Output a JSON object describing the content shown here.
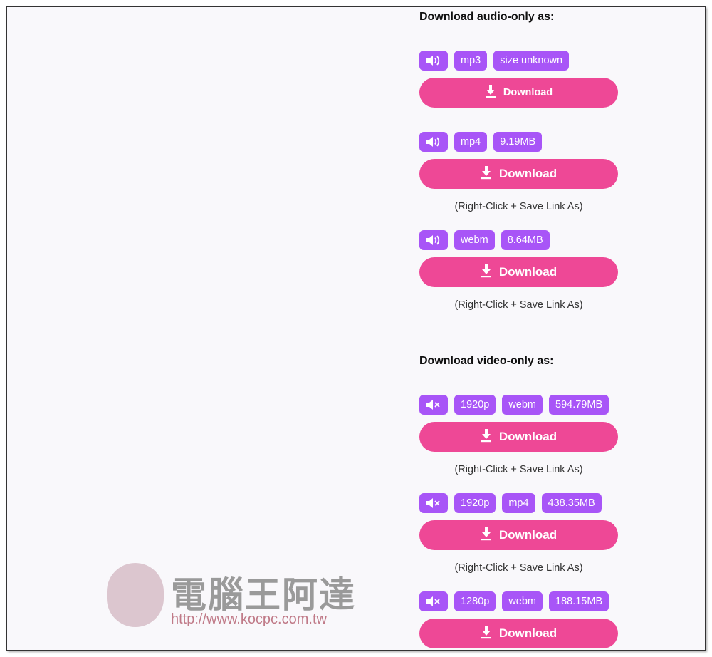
{
  "audio_section": {
    "heading": "Download audio-only as:",
    "items": [
      {
        "icon": "speaker-icon",
        "format": "mp3",
        "size": "size unknown",
        "button": "Download",
        "note": ""
      },
      {
        "icon": "speaker-icon",
        "format": "mp4",
        "size": "9.19MB",
        "button": "Download",
        "note": "(Right-Click + Save Link As)"
      },
      {
        "icon": "speaker-icon",
        "format": "webm",
        "size": "8.64MB",
        "button": "Download",
        "note": "(Right-Click + Save Link As)"
      }
    ]
  },
  "video_section": {
    "heading": "Download video-only as:",
    "items": [
      {
        "icon": "muted-speaker-icon",
        "resolution": "1920p",
        "format": "webm",
        "size": "594.79MB",
        "button": "Download",
        "note": "(Right-Click + Save Link As)"
      },
      {
        "icon": "muted-speaker-icon",
        "resolution": "1920p",
        "format": "mp4",
        "size": "438.35MB",
        "button": "Download",
        "note": "(Right-Click + Save Link As)"
      },
      {
        "icon": "muted-speaker-icon",
        "resolution": "1280p",
        "format": "webm",
        "size": "188.15MB",
        "button": "Download",
        "note": ""
      }
    ]
  },
  "watermark": {
    "title": "電腦王阿達",
    "url": "http://www.kocpc.com.tw"
  },
  "colors": {
    "badge": "#a855f7",
    "button": "#ee4896",
    "background": "#f9f8fb"
  }
}
